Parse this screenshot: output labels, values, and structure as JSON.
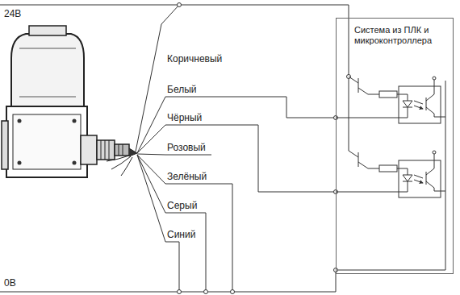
{
  "diagram": {
    "nodes": [
      {
        "text": [
          "Система из ПЛК и микроконтроллера"
        ]
      }
    ],
    "labels": [
      "24В",
      "Коричневый",
      "Белый",
      "Чёрный",
      "Розовый",
      "Зелёный",
      "Серый",
      "Синий",
      "0В"
    ]
  }
}
